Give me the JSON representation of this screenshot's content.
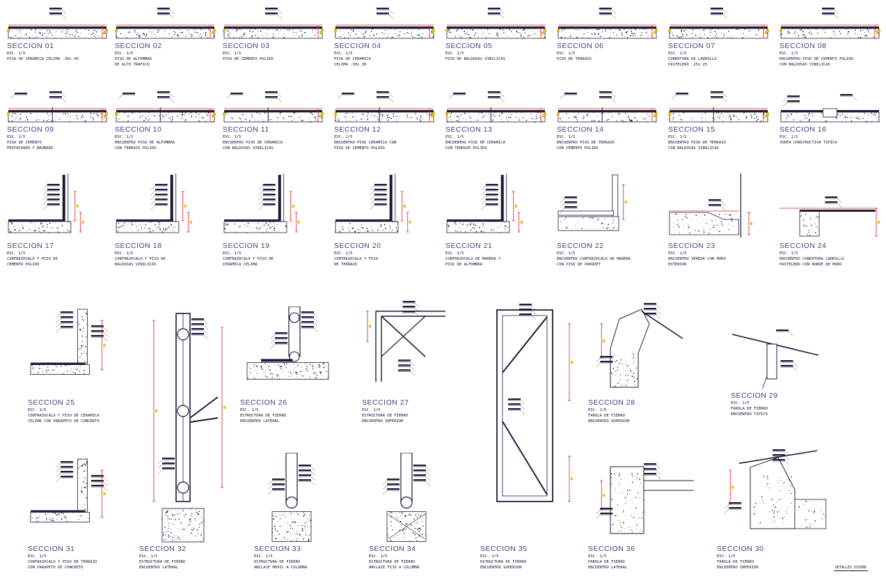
{
  "sheet": {
    "stamp": "DETALLES DISEÑO"
  },
  "details": [
    {
      "id": "s01",
      "title": "SECCION 01",
      "scale": "ESC. 1/5",
      "desc": "PISO DE CERAMICA CELIMA .30x.30"
    },
    {
      "id": "s02",
      "title": "SECCION 02",
      "scale": "ESC. 1/5",
      "desc": "PISO DE ALFOMBRA\nDE ALTO TRAFICO"
    },
    {
      "id": "s03",
      "title": "SECCION 03",
      "scale": "ESC. 1/5",
      "desc": "PISO DE CEMENTO PULIDO"
    },
    {
      "id": "s04",
      "title": "SECCION 04",
      "scale": "ESC. 1/5",
      "desc": "PISO DE CERAMICA\nCELIMA .30x.30"
    },
    {
      "id": "s05",
      "title": "SECCION 05",
      "scale": "ESC. 1/5",
      "desc": "PISO DE BALDOSAS VINILICAS"
    },
    {
      "id": "s06",
      "title": "SECCION 06",
      "scale": "ESC. 1/5",
      "desc": "PISO DE TERRAZO"
    },
    {
      "id": "s07",
      "title": "SECCION 07",
      "scale": "ESC. 1/5",
      "desc": "COBERTURA DE LADRILLO\nPASTELERO .25x.25"
    },
    {
      "id": "s08",
      "title": "SECCION 08",
      "scale": "ESC. 1/5",
      "desc": "ENCUENTRO PISO DE CEMENTO PULIDO\nCON BALDOSAS VINILICAS"
    },
    {
      "id": "s09",
      "title": "SECCION 09",
      "scale": "ESC. 1/5",
      "desc": "PISO DE CEMENTO\nFROTACHADO Y BRUÑADO"
    },
    {
      "id": "s10",
      "title": "SECCION 10",
      "scale": "ESC. 1/5",
      "desc": "ENCUENTRO PISO DE ALFOMBRA\nCON TERRAZO PULIDO"
    },
    {
      "id": "s11",
      "title": "SECCION 11",
      "scale": "ESC. 1/5",
      "desc": "ENCUENTRO PISO DE CERAMICA\nCON BALDOSAS VINILICAS"
    },
    {
      "id": "s12",
      "title": "SECCION 12",
      "scale": "ESC. 1/5",
      "desc": "ENCUENTRO PISO CERAMICA CON\nPISO DE CEMENTO PULIDO"
    },
    {
      "id": "s13",
      "title": "SECCION 13",
      "scale": "ESC. 1/5",
      "desc": "ENCUENTRO PISO DE CERAMICA\nCON TERRAZO PULIDO"
    },
    {
      "id": "s14",
      "title": "SECCION 14",
      "scale": "ESC. 1/5",
      "desc": "ENCUENTRO PISO DE TERRAZO\nCON CEMENTO PULIDO"
    },
    {
      "id": "s15",
      "title": "SECCION 15",
      "scale": "ESC. 1/5",
      "desc": "ENCUENTRO PISO DE TERRAZO\nCON BALDOSAS VINILICAS"
    },
    {
      "id": "s16",
      "title": "SECCION 16",
      "scale": "ESC. 1/5",
      "desc": "JUNTA CONSTRUCTIVA TIPICA"
    },
    {
      "id": "s17",
      "title": "SECCION 17",
      "scale": "ESC. 1/5",
      "desc": "CONTRAZOCALO Y PISO DE\nCEMENTO PULIDO"
    },
    {
      "id": "s18",
      "title": "SECCION 18",
      "scale": "ESC. 1/5",
      "desc": "CONTRAZOCALO Y PISO DE\nBALDOSAS VINILICAS"
    },
    {
      "id": "s19",
      "title": "SECCION 19",
      "scale": "ESC. 1/5",
      "desc": "CONTRAZOCALO Y PISO DE\nCERAMICA CELIMA"
    },
    {
      "id": "s20",
      "title": "SECCION 20",
      "scale": "ESC. 1/5",
      "desc": "CONTRAZOCALO Y PISO\nDE TERRAZO"
    },
    {
      "id": "s21",
      "title": "SECCION 21",
      "scale": "ESC. 1/5",
      "desc": "CONTRAZOCALO DE MADERA Y\nPISO DE ALFOMBRA"
    },
    {
      "id": "s22",
      "title": "SECCION 22",
      "scale": "ESC. 1/5",
      "desc": "ENCUENTRO CONTRAZOCALO DE MADERA\nCON PISO DE PARQUET"
    },
    {
      "id": "s23",
      "title": "SECCION 23",
      "scale": "ESC. 1/5",
      "desc": "ENCUENTRO VEREDA CON MURO\nEXTERIOR"
    },
    {
      "id": "s24",
      "title": "SECCION 24",
      "scale": "ESC. 1/5",
      "desc": "ENCUENTRO COBERTURA LADRILLO\nPASTELERO CON BORDE DE MURO"
    },
    {
      "id": "s25",
      "title": "SECCION 25",
      "scale": "ESC. 1/5",
      "desc": "CONTRAZOCALO Y PISO DE CERAMICA\nCELIMA CON PARAPETO DE CONCRETO"
    },
    {
      "id": "s26",
      "title": "SECCION 26",
      "scale": "ESC. 1/5",
      "desc": "ESTRUCTURA DE FIERRO\nENCUENTRO LATERAL"
    },
    {
      "id": "s27",
      "title": "SECCION 27",
      "scale": "ESC. 1/5",
      "desc": "ESTRUCTURA DE FIERRO\nENCUENTRO INFERIOR"
    },
    {
      "id": "s28",
      "title": "SECCION 28",
      "scale": "ESC. 1/5",
      "desc": "FAROLA DE FIERRO\nENCUENTRO SUPERIOR"
    },
    {
      "id": "s29",
      "title": "SECCION 29",
      "scale": "ESC. 1/5",
      "desc": "FAROLA DE FIERRO\nENCUENTRO TIPICO"
    },
    {
      "id": "s31",
      "title": "SECCION 31",
      "scale": "ESC. 1/5",
      "desc": "CONTRAZOCALO Y PISO DE TERRAZO\nCON PARAPETO DE CONCRETO"
    },
    {
      "id": "s32",
      "title": "SECCION 32",
      "scale": "ESC. 1/5",
      "desc": "ESTRUCTURA DE FIERRO\nENCUENTRO LATERAL"
    },
    {
      "id": "s33",
      "title": "SECCION 33",
      "scale": "ESC. 1/5",
      "desc": "ESTRUCTURA DE FIERRO\nANCLAJE MOVIL A COLUMNA"
    },
    {
      "id": "s34",
      "title": "SECCION 34",
      "scale": "ESC. 1/5",
      "desc": "ESTRUCTURA DE FIERRO\nANCLAJE FIJO A COLUMNA"
    },
    {
      "id": "s35",
      "title": "SECCION 35",
      "scale": "ESC. 1/5",
      "desc": "ESTRUCTURA DE FIERRO\nENCUENTRO SUPERIOR"
    },
    {
      "id": "s36",
      "title": "SECCION 36",
      "scale": "ESC. 1/5",
      "desc": "FAROLA DE FIERRO\nENCUENTRO LATERAL"
    },
    {
      "id": "s30",
      "title": "SECCION 30",
      "scale": "ESC. 1/5",
      "desc": "FAROLA DE FIERRO\nENCUENTRO INFERIOR"
    }
  ],
  "colors": {
    "line": "#1a1a3a",
    "accent": "#d42020",
    "dim": "#e0c000",
    "title": "#4a3a7a"
  }
}
